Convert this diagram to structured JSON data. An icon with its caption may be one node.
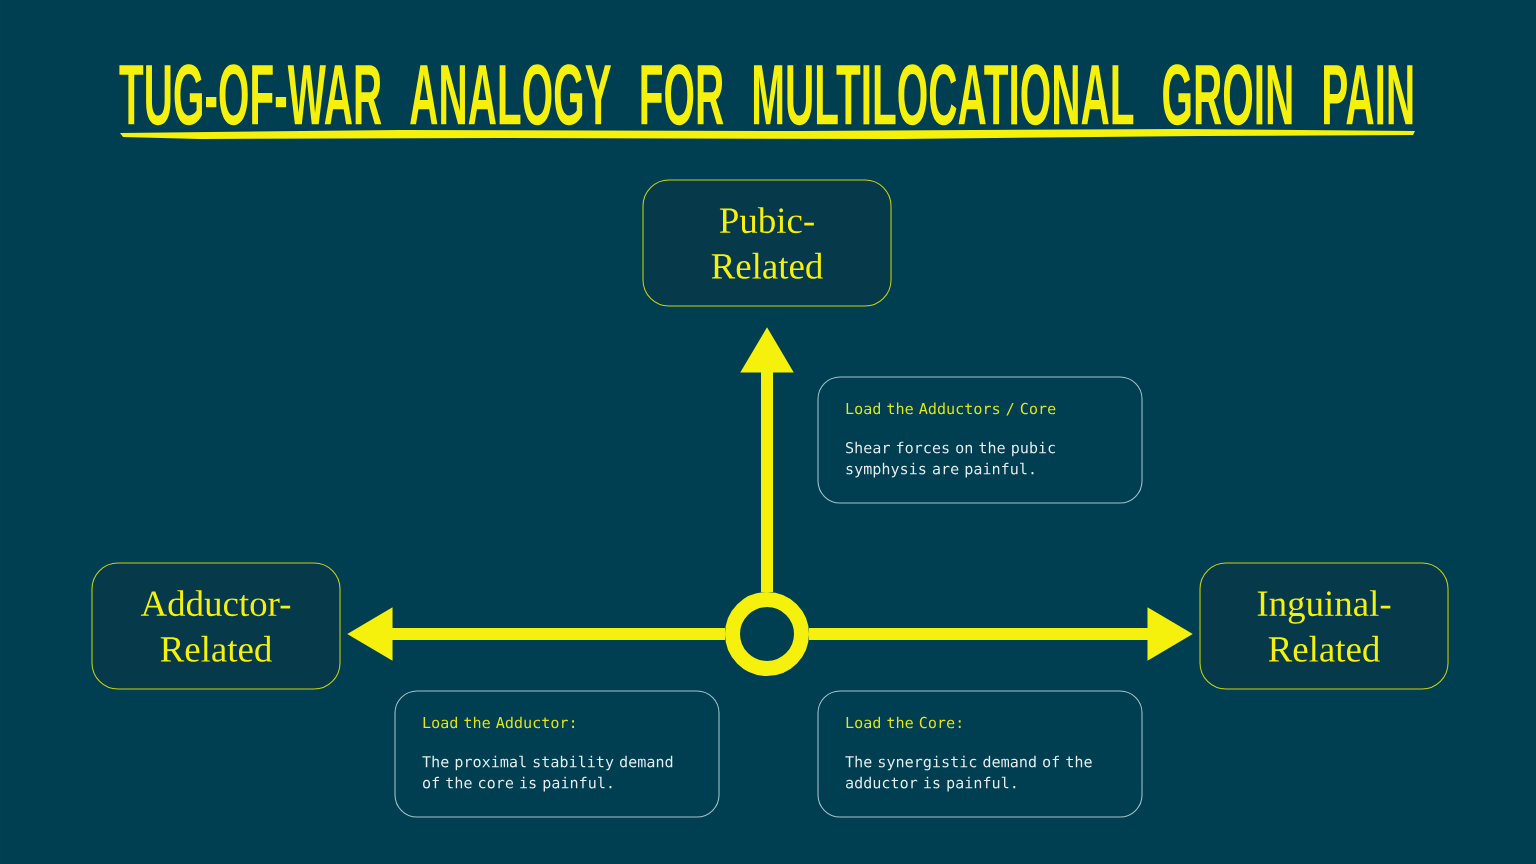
{
  "diagram": {
    "title": "TUG-OF-WAR ANALOGY FOR MULTILOCATIONAL GROIN PAIN",
    "nodes": [
      {
        "text": [
          "Pubic-Related"
        ]
      },
      {
        "text": [
          "Adductor-Related"
        ]
      },
      {
        "text": [
          "Inguinal-Related"
        ]
      },
      {
        "text": [],
        "shape": "circle"
      },
      {
        "text": [
          "Load the Adductors / Core",
          "Shear forces on the pubic symphysis are painful."
        ]
      },
      {
        "text": [
          "Load the Adductor:",
          "The proximal stability demand of the core is painful."
        ]
      },
      {
        "text": [
          "Load the Core:",
          "The synergistic demand of the adductor is painful."
        ]
      }
    ],
    "edges": [
      {
        "from": 3,
        "to": 0,
        "arrow": "to"
      },
      {
        "from": 3,
        "to": 1,
        "arrow": "to"
      },
      {
        "from": 3,
        "to": 2,
        "arrow": "to"
      }
    ]
  }
}
